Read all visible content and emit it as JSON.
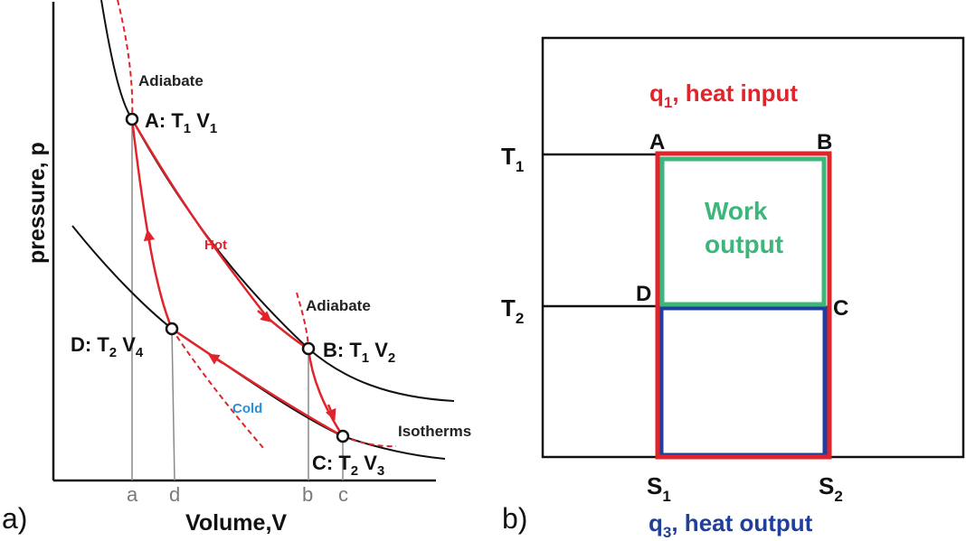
{
  "left_panel": {
    "panel_label": "a)",
    "y_axis_label": "pressure, p",
    "x_axis_label": "Volume,V",
    "x_ticks": [
      "a",
      "d",
      "b",
      "c"
    ],
    "labels": {
      "adiabat_top": "Adiabate",
      "adiabat_mid": "Adiabate",
      "hot": "Hot",
      "cold": "Cold",
      "isotherms": "Isotherms"
    },
    "points": {
      "A": {
        "name": "A: T",
        "t_sub": "1",
        "mid": " V",
        "v_sub": "1"
      },
      "B": {
        "name": "B: T",
        "t_sub": "1",
        "mid": " V",
        "v_sub": "2"
      },
      "C": {
        "name": "C: T",
        "t_sub": "2",
        "mid": " V",
        "v_sub": "3"
      },
      "D": {
        "name": "D: T",
        "t_sub": "2",
        "mid": " V",
        "v_sub": "4"
      }
    },
    "colors": {
      "cycle": "#e0242c",
      "axis": "#111111",
      "guide": "#8a8a8a",
      "cold": "#2a8fd6"
    }
  },
  "right_panel": {
    "panel_label": "b)",
    "heat_input": {
      "q": "q",
      "sub": "1",
      "rest": ", heat input"
    },
    "heat_output": {
      "q": "q",
      "sub": "3",
      "rest": ", heat output"
    },
    "work_line1": "Work",
    "work_line2": "output",
    "corners": {
      "A": "A",
      "B": "B",
      "C": "C",
      "D": "D"
    },
    "t1": {
      "base": "T",
      "sub": "1"
    },
    "t2": {
      "base": "T",
      "sub": "2"
    },
    "s1": {
      "base": "S",
      "sub": "1"
    },
    "s2": {
      "base": "S",
      "sub": "2"
    },
    "colors": {
      "input": "#e0242c",
      "work": "#3cb67a",
      "output": "#1f3f9a"
    }
  }
}
